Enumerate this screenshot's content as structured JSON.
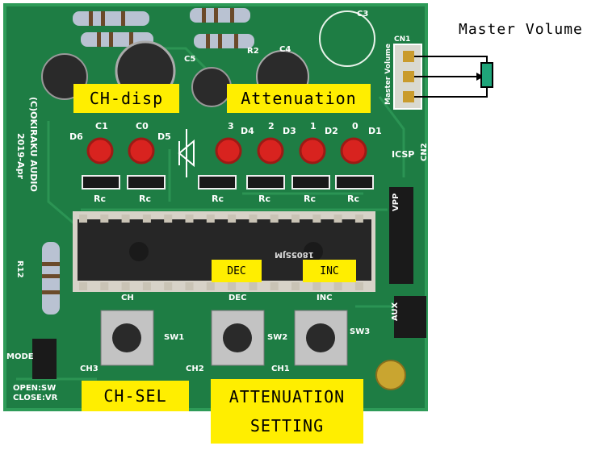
{
  "callouts": {
    "ch_disp": "CH-disp",
    "attenuation": "Attenuation",
    "master_volume": "Master Volume",
    "dec": "DEC",
    "inc": "INC",
    "ch_sel": "CH-SEL",
    "attenuation_setting_line1": "ATTENUATION",
    "attenuation_setting_line2": "SETTING"
  },
  "board_silkscreen": {
    "copyright": "(C)OKIRAKU AUDIO",
    "date": "2019-Apr",
    "mode": "MODE",
    "open_sw": "OPEN:SW",
    "close_vr": "CLOSE:VR",
    "sw1": "SW1",
    "sw2": "SW2",
    "sw3": "SW3",
    "ch": "CH",
    "dec": "DEC",
    "inc": "INC",
    "ch3": "CH3",
    "ch2": "CH2",
    "ch1": "CH1",
    "c1": "C1",
    "c0": "C0",
    "d6": "D6",
    "d5": "D5",
    "d4": "D4",
    "d3": "D3",
    "d2": "D2",
    "d1": "D1",
    "n3": "3",
    "n2": "2",
    "n1": "1",
    "n0": "0",
    "rc": "Rc",
    "icsp": "ICSP",
    "cn1": "CN1",
    "cn2": "CN2",
    "c3": "C3",
    "c4": "C4",
    "c5": "C5",
    "r2": "R2",
    "r12": "R12",
    "vpp": "VPP",
    "aux": "AUX",
    "master_volume_vertical": "Master Volume",
    "ic_marking": "1805SJM"
  }
}
